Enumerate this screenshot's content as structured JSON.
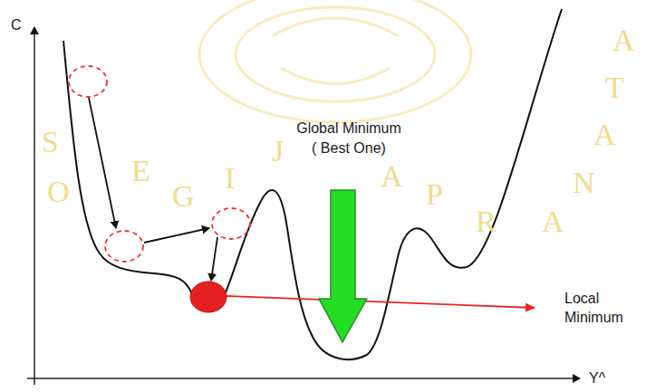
{
  "diagram": {
    "labels": [
      "C",
      "Global Minimum",
      "( Best One)",
      "Local",
      "Minimum",
      "Y^",
      "S",
      "O",
      "E",
      "G",
      "I",
      "J",
      "A",
      "P",
      "R",
      "A",
      "N",
      "A",
      "T",
      "A"
    ]
  }
}
